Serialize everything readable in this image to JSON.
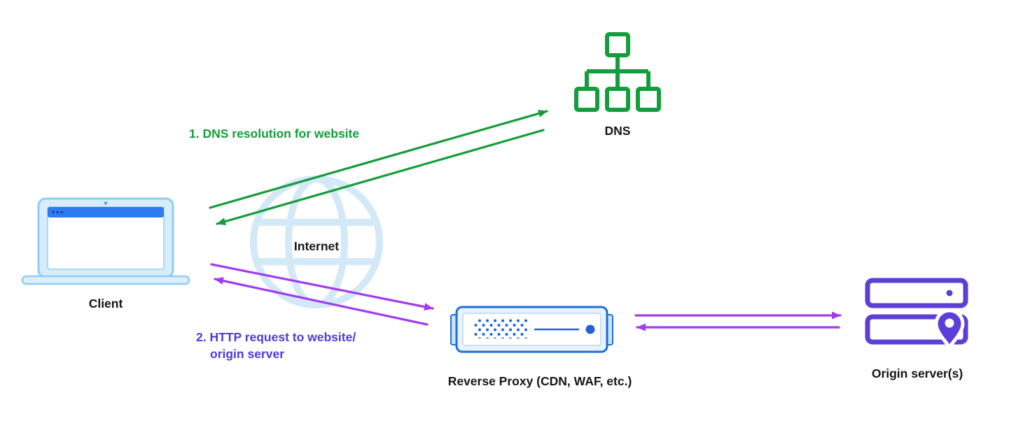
{
  "diagram": {
    "nodes": {
      "client": {
        "label": "Client",
        "icon": "laptop-icon"
      },
      "internet": {
        "label": "Internet",
        "icon": "globe-icon"
      },
      "dns": {
        "label": "DNS",
        "icon": "network-tree-icon"
      },
      "reverse_proxy": {
        "label": "Reverse Proxy (CDN, WAF, etc.)",
        "icon": "proxy-server-icon"
      },
      "origin": {
        "label": "Origin server(s)",
        "icon": "server-stack-location-pin-icon"
      }
    },
    "annotations": {
      "step1": {
        "label": "1. DNS resolution for website"
      },
      "step2": {
        "line1": "2. HTTP request to website/",
        "line2": "origin server"
      }
    },
    "colors": {
      "green": "#149d3c",
      "purple_arrow": "#a33bee",
      "purple_text": "#4e3bd8",
      "origin_purple": "#5b3fd6",
      "proxy_blue": "#1d6fd6",
      "proxy_accent": "#2063d6",
      "globe_blue": "#d3e9f7",
      "label_dark": "#151515"
    }
  }
}
